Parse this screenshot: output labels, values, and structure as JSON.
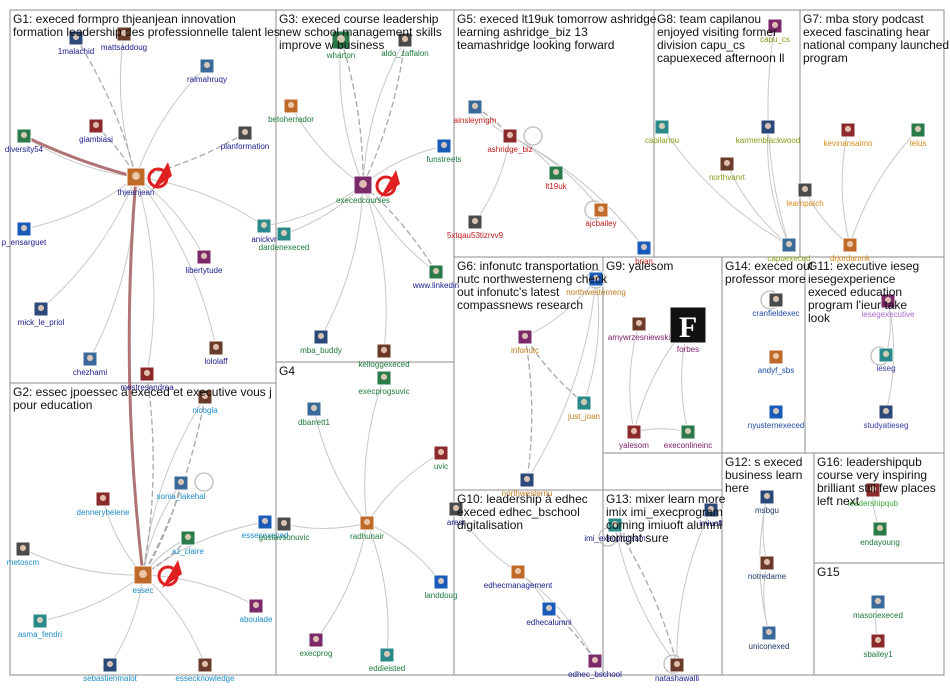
{
  "groups": [
    {
      "id": "G1",
      "title_lines": [
        "G1: execed formpro thjeanjean innovation",
        "formation leadership des professionnelle talent les"
      ]
    },
    {
      "id": "G3",
      "title_lines": [
        "G3: execed course leadership",
        "new school management skills",
        "improve w business"
      ]
    },
    {
      "id": "G5",
      "title_lines": [
        "G5: execed lt19uk tomorrow ashridge",
        "learning ashridge_biz 13",
        "teamashridge looking forward"
      ]
    },
    {
      "id": "G8",
      "title_lines": [
        "G8: team capilanou",
        "enjoyed visiting former",
        "division capu_cs",
        "capuexeced afternoon ll"
      ]
    },
    {
      "id": "G7",
      "title_lines": [
        "G7: mba story podcast",
        "execed fascinating hear",
        "national company launched",
        "program"
      ]
    },
    {
      "id": "G6",
      "title_lines": [
        "G6: infonutc transportation",
        "nutc northwesterneng check",
        "out infonutc's latest",
        "compassnews research"
      ]
    },
    {
      "id": "G9",
      "title_lines": [
        "G9: yalesom"
      ]
    },
    {
      "id": "G14",
      "title_lines": [
        "G14: execed out",
        "professor more"
      ]
    },
    {
      "id": "G11",
      "title_lines": [
        "G11: executive ieseg",
        "iesegexperience",
        "execed education",
        "program l'ieur take",
        "look"
      ]
    },
    {
      "id": "G2",
      "title_lines": [
        "G2: essec jpoessec à execed et executive vous j",
        "pour education"
      ]
    },
    {
      "id": "G4",
      "title_lines": [
        "G4"
      ]
    },
    {
      "id": "G12",
      "title_lines": [
        "G12: s execed",
        "business learn",
        "here"
      ]
    },
    {
      "id": "G16",
      "title_lines": [
        "G16: leadershipqub",
        "course very inspiring",
        "brilliant still few places",
        "left next"
      ]
    },
    {
      "id": "G10",
      "title_lines": [
        "G10: leadership à edhec",
        "execed edhec_bschool",
        "digitalisation"
      ]
    },
    {
      "id": "G13",
      "title_lines": [
        "G13: mixer learn more",
        "imix imi_execprogram",
        "coming imiuoft alumni",
        "tonight sure"
      ]
    },
    {
      "id": "G15",
      "title_lines": [
        "G15"
      ]
    }
  ],
  "nodes": [
    {
      "label": "1malachid",
      "color": "#1a1a8c"
    },
    {
      "label": "mattsaddoug",
      "color": "#1a1a8c"
    },
    {
      "label": "ralmahruqy",
      "color": "#1a1a8c"
    },
    {
      "label": "giambiasi",
      "color": "#1a1a8c"
    },
    {
      "label": "diversity54",
      "color": "#1a1a8c"
    },
    {
      "label": "planformation",
      "color": "#1a1a8c"
    },
    {
      "label": "thjeanjean",
      "color": "#1a1a8c"
    },
    {
      "label": "p_ensarguet",
      "color": "#1a1a8c"
    },
    {
      "label": "libertytude",
      "color": "#1a1a8c"
    },
    {
      "label": "anickvr",
      "color": "#1a1a8c"
    },
    {
      "label": "mick_le_priol",
      "color": "#1a1a8c"
    },
    {
      "label": "lololaff",
      "color": "#1a1a8c"
    },
    {
      "label": "chezhami",
      "color": "#1a1a8c"
    },
    {
      "label": "mestresandrea",
      "color": "#1a1a8c"
    },
    {
      "label": "wharton",
      "color": "#1a7a3a"
    },
    {
      "label": "aldo_zaffalon",
      "color": "#1a7a3a"
    },
    {
      "label": "betoherrador",
      "color": "#1a7a3a"
    },
    {
      "label": "funstreets",
      "color": "#1a7a3a"
    },
    {
      "label": "execedcourses",
      "color": "#1a7a3a"
    },
    {
      "label": "dardenexeced",
      "color": "#1a7a3a"
    },
    {
      "label": "mba_buddy",
      "color": "#1a7a3a"
    },
    {
      "label": "kelloggexeced",
      "color": "#1a7a3a"
    },
    {
      "label": "ainsleymgm",
      "color": "#c01818"
    },
    {
      "label": "ashridge_biz",
      "color": "#c01818"
    },
    {
      "label": "lt19uk",
      "color": "#c01818"
    },
    {
      "label": "5xtqau53tizrvv9",
      "color": "#c01818"
    },
    {
      "label": "ajcbailey",
      "color": "#c01818"
    },
    {
      "label": "brian",
      "color": "#c01818"
    },
    {
      "label": "capu_cs",
      "color": "#8a9a1a"
    },
    {
      "label": "capilanou",
      "color": "#8a9a1a"
    },
    {
      "label": "karmenblackwood",
      "color": "#8a9a1a"
    },
    {
      "label": "northvanrt",
      "color": "#8a9a1a"
    },
    {
      "label": "capuexeced",
      "color": "#8a9a1a"
    },
    {
      "label": "kevinansaimo",
      "color": "#d88a1a"
    },
    {
      "label": "telus",
      "color": "#d88a1a"
    },
    {
      "label": "learnpatch",
      "color": "#d88a1a"
    },
    {
      "label": "drjordanmk",
      "color": "#d88a1a"
    },
    {
      "label": "northwesterneng",
      "color": "#c07a1a"
    },
    {
      "label": "infonutc",
      "color": "#c07a1a"
    },
    {
      "label": "just_joan",
      "color": "#c07a1a"
    },
    {
      "label": "northwesternu",
      "color": "#c07a1a"
    },
    {
      "label": "amywrzesniewski",
      "color": "#7a1a6a"
    },
    {
      "label": "forbes",
      "color": "#7a1a6a"
    },
    {
      "label": "yalesom",
      "color": "#7a1a6a"
    },
    {
      "label": "execonlineinc",
      "color": "#7a1a6a"
    },
    {
      "label": "cranfieldexec",
      "color": "#1a4aa8"
    },
    {
      "label": "andyf_sbs",
      "color": "#1a4aa8"
    },
    {
      "label": "nyusternexeced",
      "color": "#1a4aa8"
    },
    {
      "label": "iesegexecutive",
      "color": "#a86ac8"
    },
    {
      "label": "ieseg",
      "color": "#3a3aa8"
    },
    {
      "label": "studyatieseg",
      "color": "#3a3aa8"
    },
    {
      "label": "nicogla",
      "color": "#1a8ac8"
    },
    {
      "label": "sonia_lakehal",
      "color": "#1a8ac8"
    },
    {
      "label": "denneryhelene",
      "color": "#1a8ac8"
    },
    {
      "label": "sz_claire",
      "color": "#1a8ac8"
    },
    {
      "label": "metoscm",
      "color": "#1a8ac8"
    },
    {
      "label": "essec",
      "color": "#1a8ac8"
    },
    {
      "label": "essecexeced",
      "color": "#1a8ac8"
    },
    {
      "label": "aboulade",
      "color": "#1a8ac8"
    },
    {
      "label": "asma_fendri",
      "color": "#1a8ac8"
    },
    {
      "label": "sebastienmalot",
      "color": "#1a8ac8"
    },
    {
      "label": "essecknowledge",
      "color": "#1a8ac8"
    },
    {
      "label": "dbarrett1",
      "color": "#1a7a3a"
    },
    {
      "label": "uvic",
      "color": "#1a7a3a"
    },
    {
      "label": "execprogsuvic",
      "color": "#1a7a3a"
    },
    {
      "label": "gustavsonuvic",
      "color": "#1a7a3a"
    },
    {
      "label": "radhunair",
      "color": "#1a7a3a"
    },
    {
      "label": "landdoug",
      "color": "#1a7a3a"
    },
    {
      "label": "execprog",
      "color": "#1a7a3a"
    },
    {
      "label": "eddieisted",
      "color": "#1a7a3a"
    },
    {
      "label": "msbgu",
      "color": "#1a3a6a"
    },
    {
      "label": "notredame",
      "color": "#1a3a6a"
    },
    {
      "label": "uniconexed",
      "color": "#1a3a6a"
    },
    {
      "label": "leadershipqub",
      "color": "#3aa83a"
    },
    {
      "label": "endayoung",
      "color": "#1a7a3a"
    },
    {
      "label": "aresr",
      "color": "#1a1a8c"
    },
    {
      "label": "edhecmanagement",
      "color": "#1a1a8c"
    },
    {
      "label": "edhecalumni",
      "color": "#1a1a8c"
    },
    {
      "label": "edhec_bschool",
      "color": "#1a1a8c"
    },
    {
      "label": "imi_execprogram",
      "color": "#1a1a8c"
    },
    {
      "label": "imiuoft",
      "color": "#1a1a8c"
    },
    {
      "label": "natashawalli",
      "color": "#1a1a8c"
    },
    {
      "label": "masonexeced",
      "color": "#1a7a3a"
    },
    {
      "label": "sbailey1",
      "color": "#1a7a3a"
    },
    {
      "label": "www.linkedin",
      "color": "#1a1a8c"
    }
  ]
}
